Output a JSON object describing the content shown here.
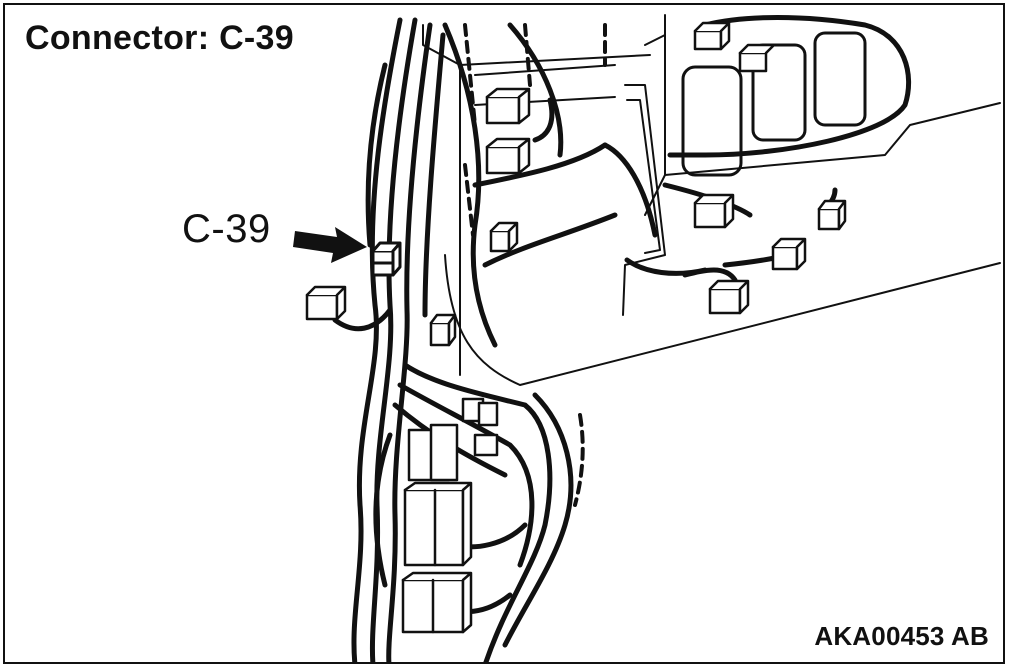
{
  "title": "Connector: C-39",
  "callout": {
    "label": "C-39",
    "arrow": "arrow-right-icon"
  },
  "figure_code": "AKA00453 AB",
  "colors": {
    "line": "#111111",
    "background": "#ffffff"
  },
  "icons": [
    "connector-icon",
    "wire-harness-icon",
    "relay-block-icon",
    "arrow-right-icon"
  ]
}
